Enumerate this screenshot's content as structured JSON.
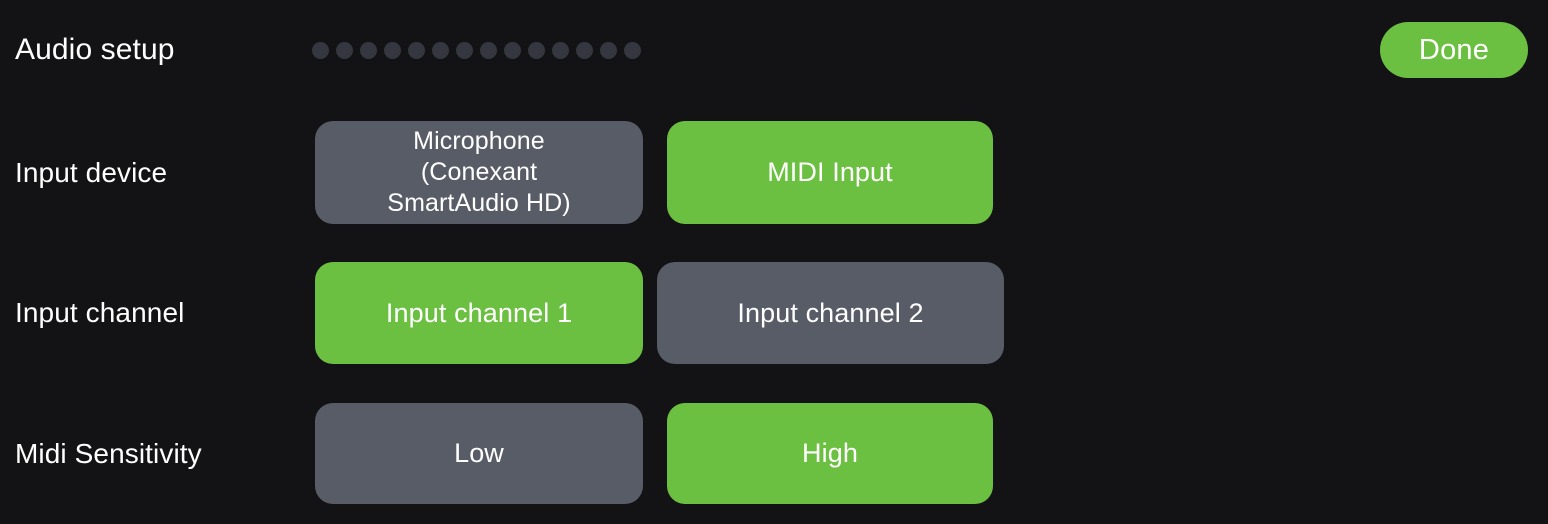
{
  "theme": {
    "background": "#131316",
    "accent_green": "#6CC041",
    "unselected_gray": "#585C66",
    "dot_color": "#34373F",
    "text_color": "#FFFFFF"
  },
  "header": {
    "title": "Audio setup",
    "progress_dots": {
      "count": 14,
      "filled": 0
    },
    "done_label": "Done"
  },
  "rows": [
    {
      "label": "Input device",
      "options": [
        {
          "label": "Microphone\n(Conexant\nSmartAudio HD)",
          "selected": false
        },
        {
          "label": "MIDI Input",
          "selected": true
        }
      ]
    },
    {
      "label": "Input channel",
      "options": [
        {
          "label": "Input channel 1",
          "selected": true
        },
        {
          "label": "Input channel 2",
          "selected": false
        }
      ]
    },
    {
      "label": "Midi Sensitivity",
      "options": [
        {
          "label": "Low",
          "selected": false
        },
        {
          "label": "High",
          "selected": true
        }
      ]
    }
  ]
}
